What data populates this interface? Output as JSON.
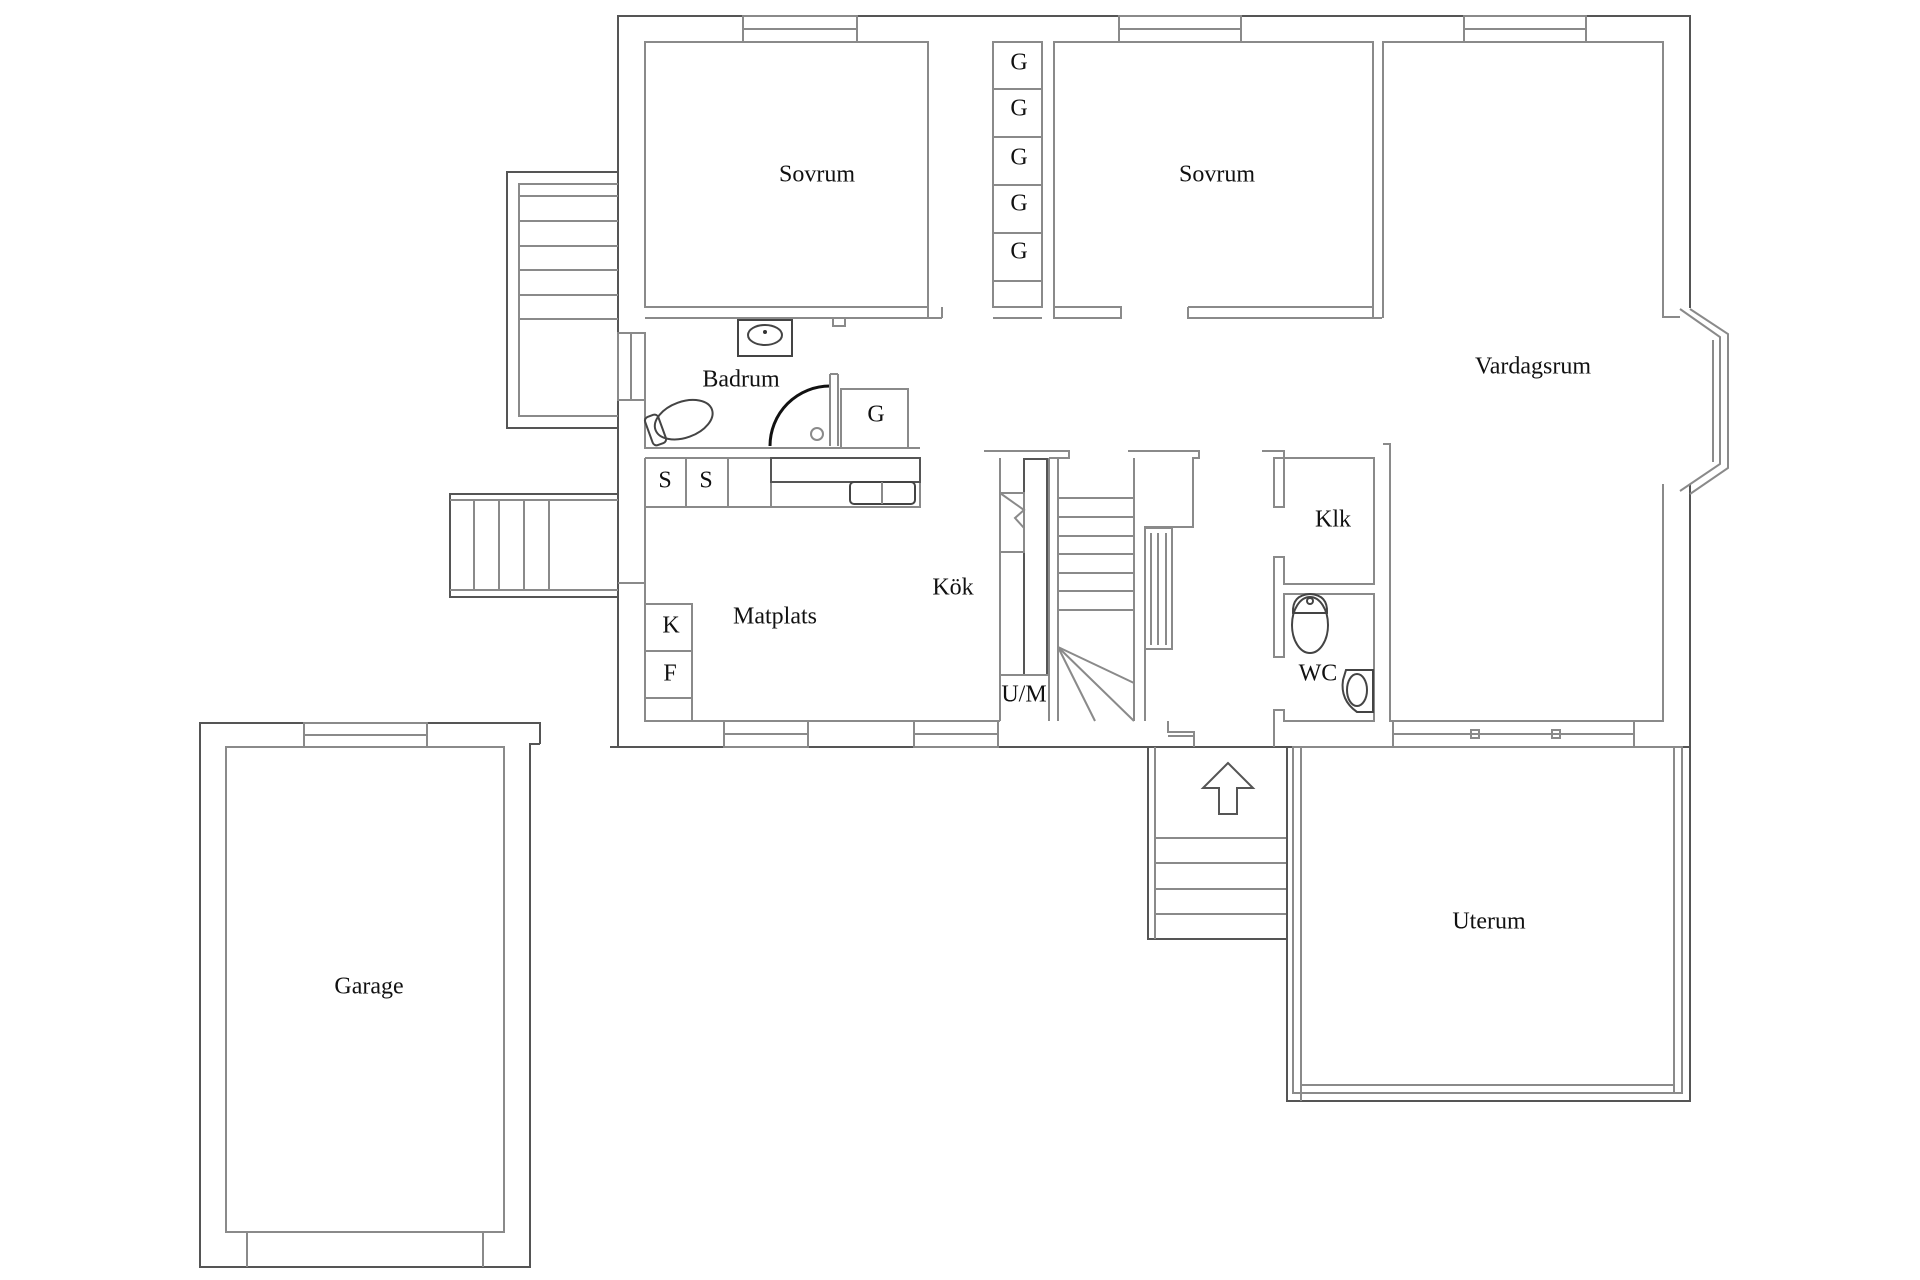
{
  "plan": {
    "background": "#ffffff",
    "line_color": "#8a8a8a",
    "text_color": "#111111",
    "rooms": {
      "sovrum_1": "Sovrum",
      "sovrum_2": "Sovrum",
      "vardagsrum": "Vardagsrum",
      "badrum": "Badrum",
      "matplats": "Matplats",
      "kok": "Kök",
      "klk": "Klk",
      "wc": "WC",
      "uterum": "Uterum",
      "garage": "Garage",
      "um": "U/M"
    },
    "wardrobes": [
      "G",
      "G",
      "G",
      "G",
      "G"
    ],
    "bath_wardrobe": "G",
    "storage": [
      "S",
      "S"
    ],
    "appliances": {
      "fridge": "K",
      "freezer": "F"
    },
    "icons": {
      "entrance": "up-arrow-icon"
    }
  }
}
